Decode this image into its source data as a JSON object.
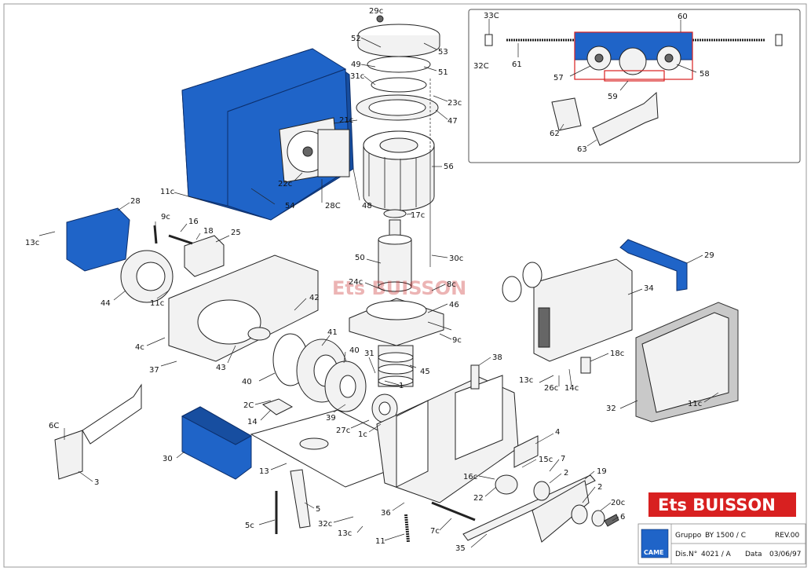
{
  "labels": {
    "l29c": "29c",
    "l52": "52",
    "l53": "53",
    "l49": "49",
    "l51": "51",
    "l31c": "31c",
    "l23c": "23c",
    "l47": "47",
    "l21c": "21c",
    "l56": "56",
    "l22c": "22c",
    "l28C": "28C",
    "l48": "48",
    "l54": "54",
    "l11c_a": "11c",
    "l28": "28",
    "l13c_a": "13c",
    "l9c_a": "9c",
    "l16": "16",
    "l18": "18",
    "l25": "25",
    "l17c": "17c",
    "l30c": "30c",
    "l50": "50",
    "l24c": "24c",
    "l8c": "8c",
    "l46": "46",
    "l44": "44",
    "l11c_b": "11c",
    "l42": "42",
    "l4c": "4c",
    "l37": "37",
    "l43": "43",
    "l41": "41",
    "l40_a": "40",
    "l40_b": "40",
    "l31": "31",
    "l1": "1",
    "l9c_b": "9c",
    "l45": "45",
    "l38": "38",
    "l2C": "2C",
    "l14": "14",
    "l39": "39",
    "l27c": "27c",
    "l1c": "1c",
    "l6C": "6C",
    "l3": "3",
    "l30": "30",
    "l13": "13",
    "l5": "5",
    "l5c": "5c",
    "l32c": "32c",
    "l13c_b": "13c",
    "l11": "11",
    "l36": "36",
    "l7c": "7c",
    "l35": "35",
    "l4": "4",
    "l15c": "15c",
    "l7": "7",
    "l16c": "16c",
    "l2_a": "2",
    "l22": "22",
    "l19": "19",
    "l2_b": "2",
    "l20c": "20c",
    "l6": "6",
    "l29": "29",
    "l34": "34",
    "l18c": "18c",
    "l13c_c": "13c",
    "l26c": "26c",
    "l14c": "14c",
    "l32": "32",
    "l11c_c": "11c",
    "i33C": "33C",
    "i60": "60",
    "i32C": "32C",
    "i61": "61",
    "i57": "57",
    "i58": "58",
    "i59": "59",
    "i62": "62",
    "i63": "63"
  },
  "watermark": "Ets BUISSON",
  "brand": "Ets BUISSON",
  "title_block": {
    "logo": "CAME",
    "gruppo_label": "Gruppo",
    "gruppo_value": "BY 1500 /  C",
    "rev": "REV.00",
    "dis_label": "Dis.N°",
    "dis_value": "4021 / A",
    "data_label": "Data",
    "data_value": "03/06/97"
  },
  "colors": {
    "cover_blue": "#1f64c8",
    "brand_red": "#d82020",
    "cover_grey": "#c9c9c9"
  }
}
